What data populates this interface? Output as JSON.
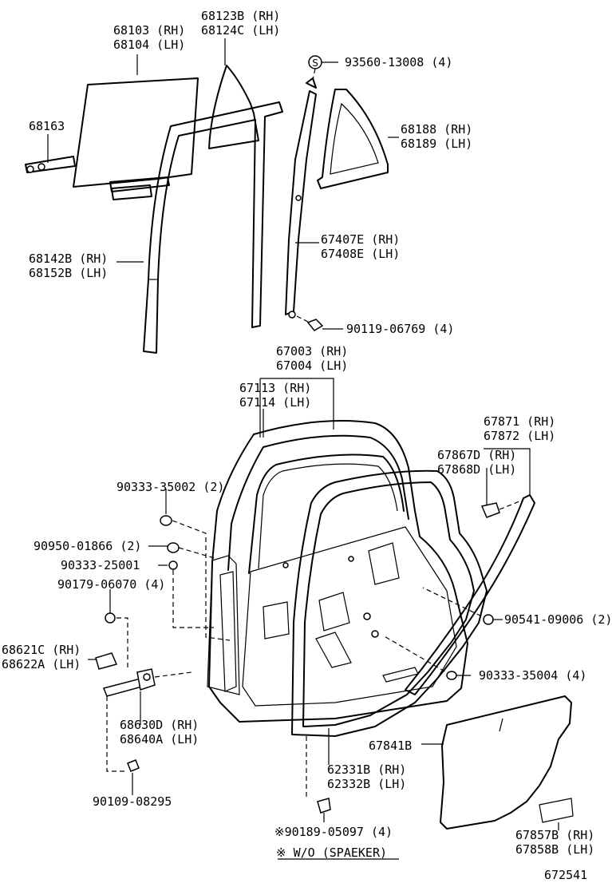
{
  "labels": {
    "l68103": "68103 (RH)",
    "l68104": "68104 (LH)",
    "l68123b": "68123B (RH)",
    "l68124c": "68124C (LH)",
    "l93560": "93560-13008 (4)",
    "l68163": "68163",
    "l68188": "68188 (RH)",
    "l68189": "68189 (LH)",
    "l67407e": "67407E (RH)",
    "l67408e": "67408E (LH)",
    "l68142b": "68142B (RH)",
    "l68152b": "68152B (LH)",
    "l90119": "90119-06769 (4)",
    "l67003": "67003 (RH)",
    "l67004": "67004 (LH)",
    "l67113": "67113 (RH)",
    "l67114": "67114 (LH)",
    "l67871": "67871 (RH)",
    "l67872": "67872 (LH)",
    "l67867d": "67867D (RH)",
    "l67868d": "67868D (LH)",
    "l90333_35002": "90333-35002 (2)",
    "l90950": "90950-01866 (2)",
    "l90333_25001": "90333-25001",
    "l90179": "90179-06070 (4)",
    "l90541": "90541-09006 (2)",
    "l68621c": "68621C (RH)",
    "l68622a": "68622A (LH)",
    "l90333_35004": "90333-35004 (4)",
    "l68630d": "68630D (RH)",
    "l68640a": "68640A (LH)",
    "l67841b": "67841B",
    "l62331b": "62331B (RH)",
    "l62332b": "62332B (LH)",
    "l90109": "90109-08295",
    "l90189": "※90189-05097 (4)",
    "l67857b": "67857B (RH)",
    "l67858b": "67858B (LH)",
    "note": "※ W/O (SPAEKER)",
    "drawing_no": "672541",
    "screw_symbol": "S"
  }
}
